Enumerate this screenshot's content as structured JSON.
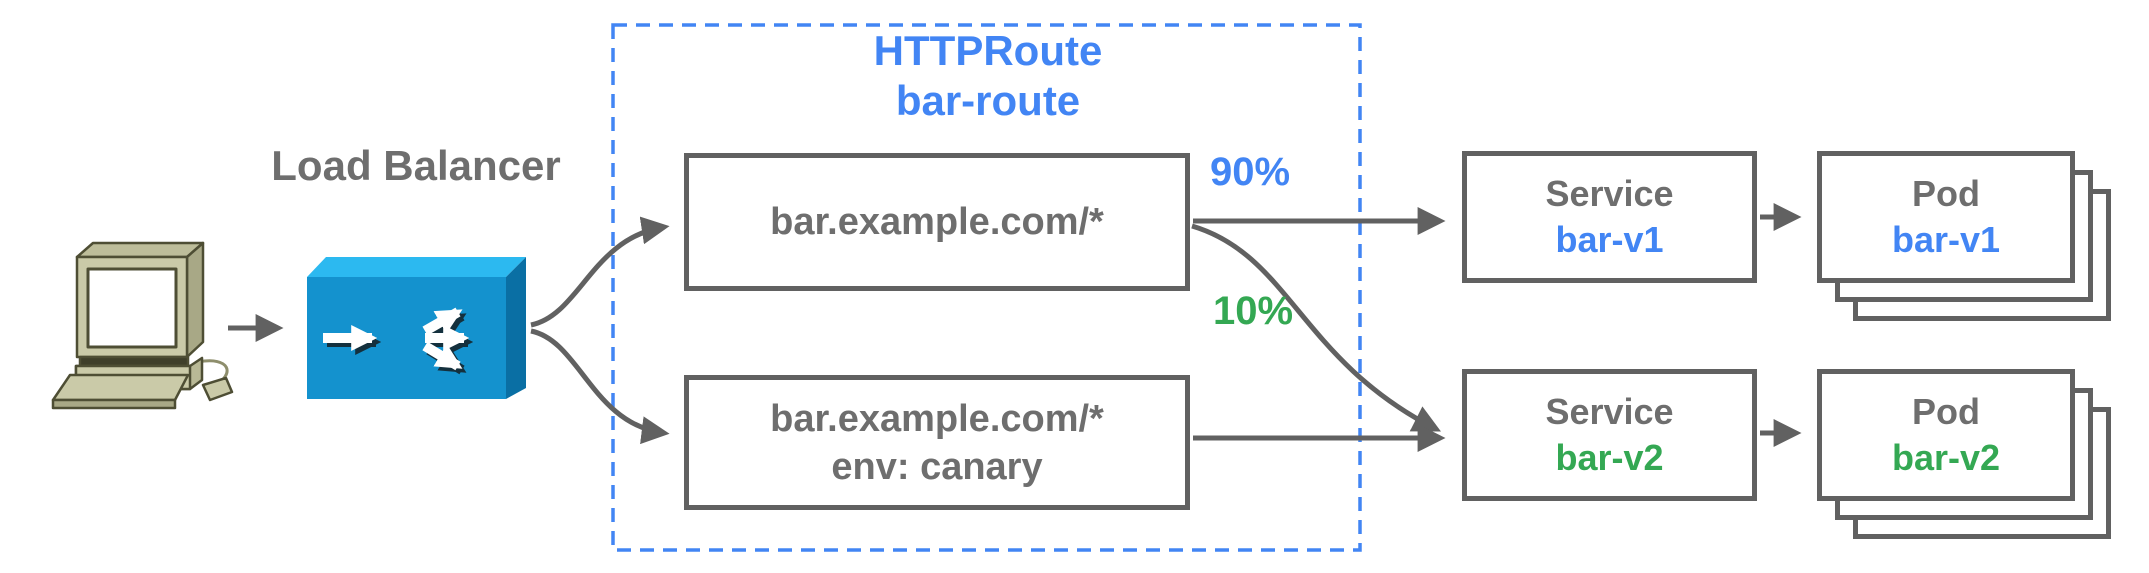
{
  "diagram": {
    "client": {
      "icon": "computer-icon"
    },
    "load_balancer": {
      "label": "Load Balancer",
      "icon": "load-balancer-icon"
    },
    "httproute": {
      "title_line1": "HTTPRoute",
      "title_line2": "bar-route",
      "rule1_line1": "bar.example.com/*",
      "rule2_line1": "bar.example.com/*",
      "rule2_line2": "env: canary"
    },
    "weights": {
      "to_v1": "90%",
      "to_v2": "10%"
    },
    "service_v1": {
      "kind": "Service",
      "name": "bar-v1"
    },
    "service_v2": {
      "kind": "Service",
      "name": "bar-v2"
    },
    "pod_v1": {
      "kind": "Pod",
      "name": "bar-v1"
    },
    "pod_v2": {
      "kind": "Pod",
      "name": "bar-v2"
    },
    "colors": {
      "accent_blue": "#4285F4",
      "accent_green": "#34A853",
      "text_gray": "#6e6e6e",
      "border_gray": "#616161",
      "lb_front": "#1492CE",
      "lb_top": "#2CB9F0",
      "lb_side": "#0A6FA4"
    }
  }
}
